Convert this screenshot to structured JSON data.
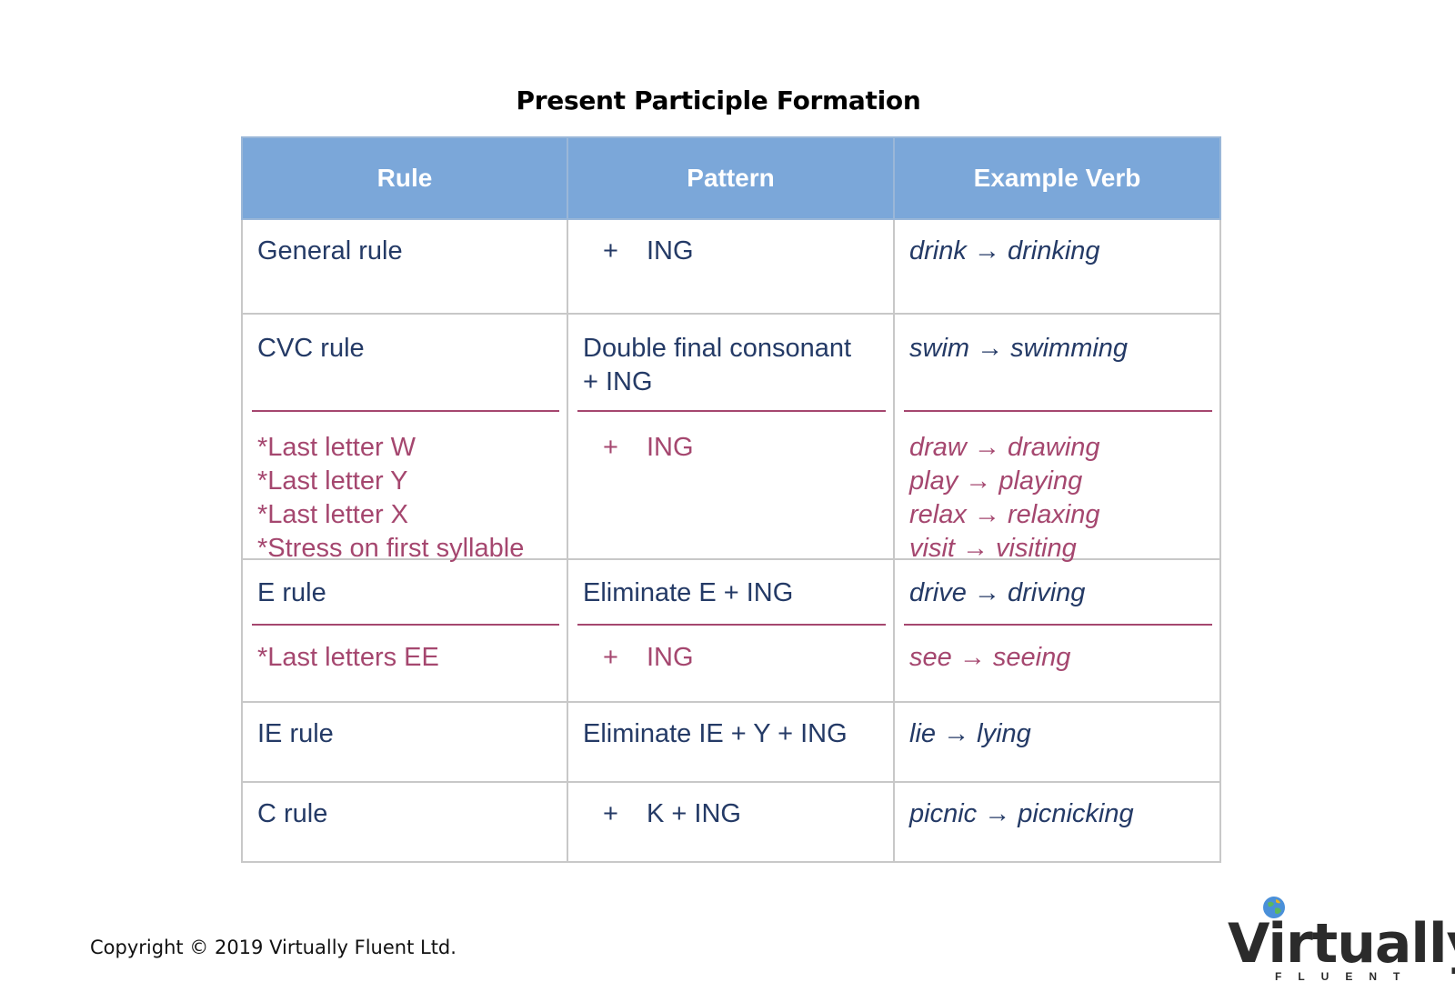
{
  "title": "Present Participle Formation",
  "headers": {
    "rule": "Rule",
    "pattern": "Pattern",
    "example": "Example Verb"
  },
  "rows": {
    "general": {
      "rule": "General rule",
      "plus": "+",
      "pattern": "ING",
      "example": "drink → drinking"
    },
    "cvc": {
      "rule": "CVC rule",
      "pattern_line1": "Double final consonant",
      "pattern_line2": "+ ING",
      "example": "swim → swimming",
      "exceptions": [
        "*Last letter W",
        "*Last letter Y",
        "*Last letter X",
        "*Stress on first syllable"
      ],
      "exception_plus": "+",
      "exception_pattern": "ING",
      "exception_examples": [
        "draw → drawing",
        "play → playing",
        "relax → relaxing",
        "visit → visiting"
      ]
    },
    "e": {
      "rule": "E rule",
      "pattern": "Eliminate E + ING",
      "example": "drive → driving",
      "exception_rule": "*Last letters EE",
      "exception_plus": "+",
      "exception_pattern": "ING",
      "exception_example": "see → seeing"
    },
    "ie": {
      "rule": "IE rule",
      "pattern": "Eliminate IE + Y + ING",
      "example": "lie → lying"
    },
    "c": {
      "rule": "C rule",
      "plus": "+",
      "pattern": "K + ING",
      "example": "picnic → picnicking"
    }
  },
  "copyright": "Copyright © 2019 Virtually Fluent Ltd.",
  "logo": {
    "word": "Virtually",
    "sub": "FLUENT",
    "icon": "globe-icon"
  },
  "colors": {
    "header": "#7ba7d9",
    "navy": "#243a66",
    "pink": "#a5476f"
  }
}
